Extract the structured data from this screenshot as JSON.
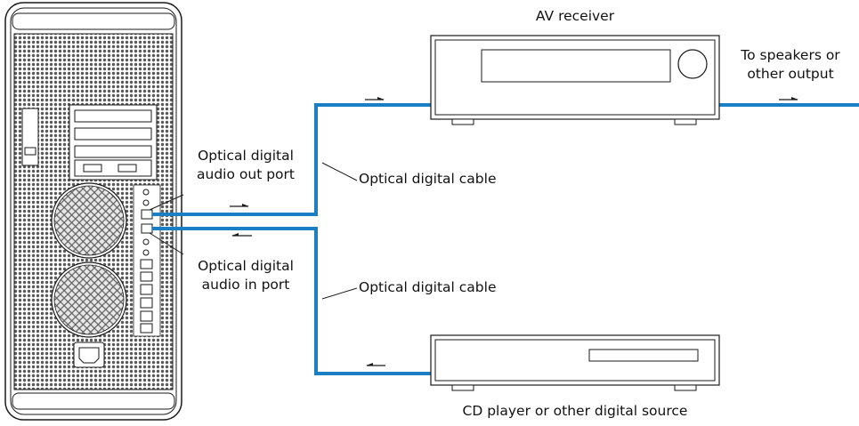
{
  "labels": {
    "av_receiver": "AV receiver",
    "speakers_output": [
      "To speakers or",
      "other output"
    ],
    "out_port": [
      "Optical digital",
      "audio out port"
    ],
    "in_port": [
      "Optical digital",
      "audio in port"
    ],
    "cable_top": "Optical digital cable",
    "cable_bottom": "Optical digital cable",
    "cd_player": "CD player or other digital source"
  },
  "colors": {
    "cable": "#1a7fc4",
    "outline": "#1a1a1a",
    "mesh": "#555555",
    "background": "#ffffff"
  },
  "icons": {
    "computer": "mac-pro-tower-icon",
    "receiver": "av-receiver-icon",
    "cd_player": "cd-player-icon"
  }
}
